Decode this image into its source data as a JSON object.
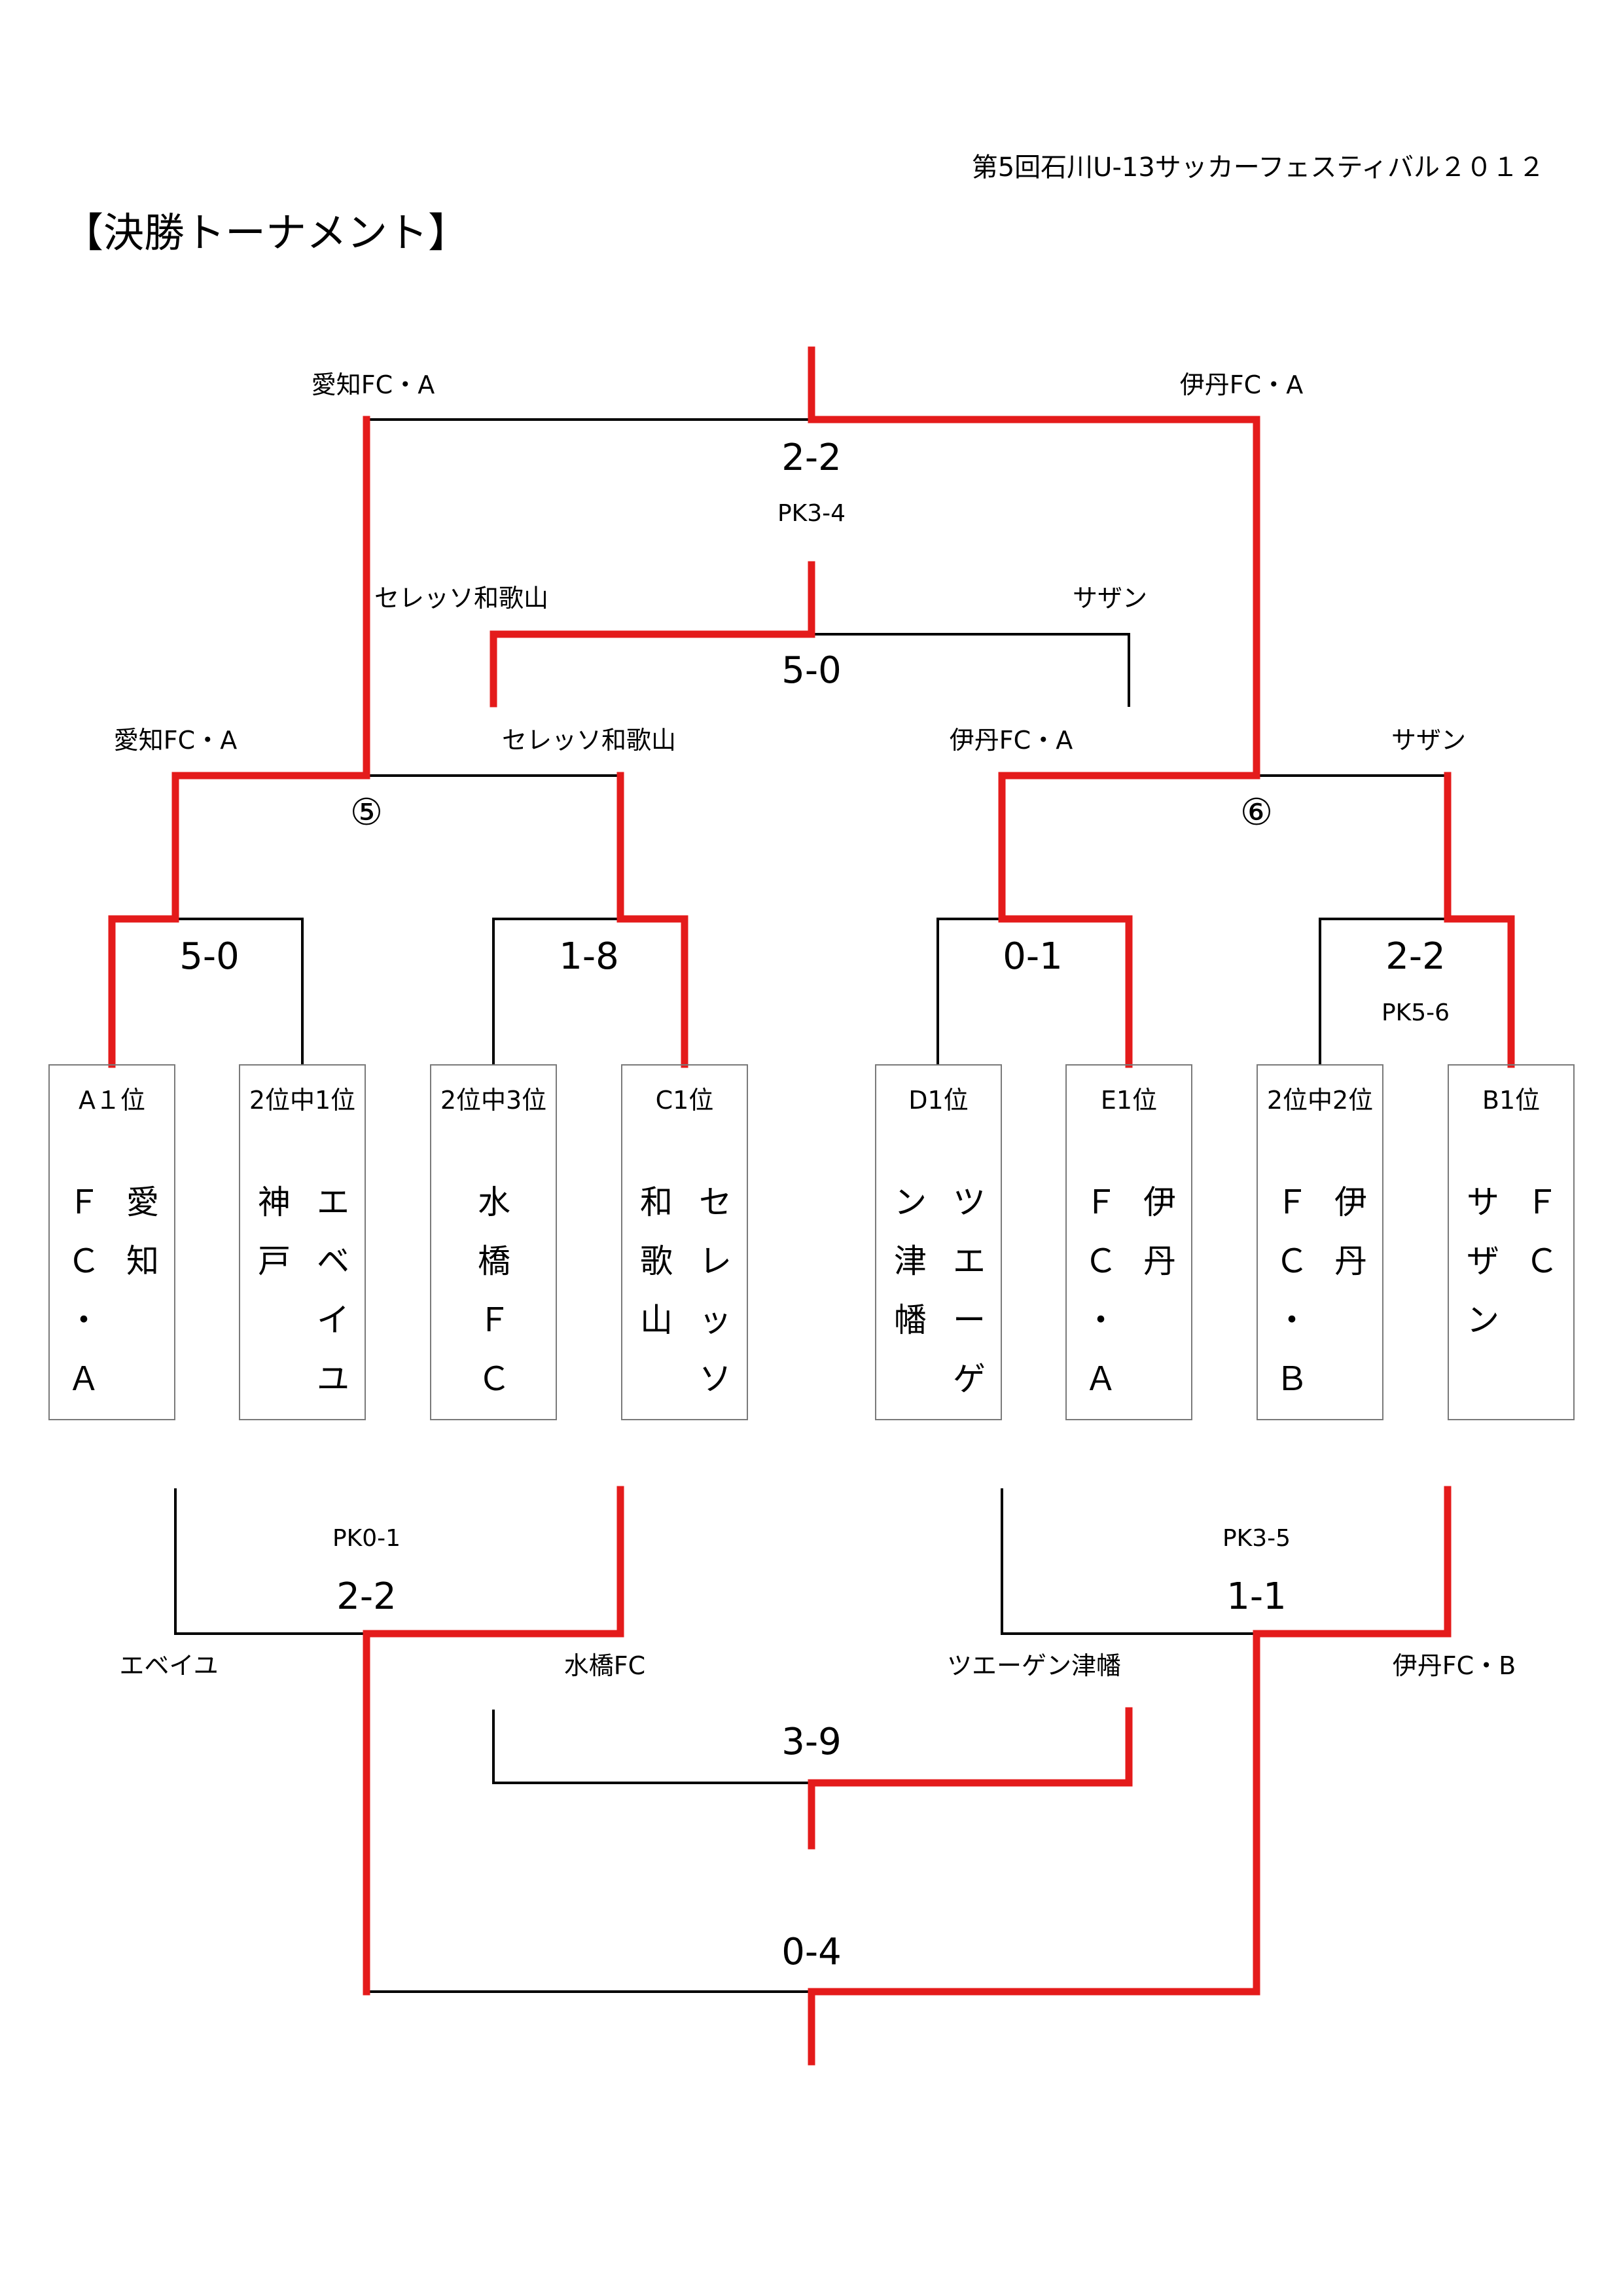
{
  "header": {
    "event": "第5回石川U-13サッカーフェスティバル２０１２",
    "title": "【決勝トーナメント】"
  },
  "colors": {
    "winner_path": "#e41b1b",
    "loser_path": "#000000",
    "box_border": "#7a7a7a"
  },
  "groups": [
    {
      "rank": "A１位",
      "col_left": "Ｆ\nＣ\n・\nＡ",
      "col_right": "愛\n知"
    },
    {
      "rank": "2位中1位",
      "col_left": "神\n戸",
      "col_right": "エ\nベ\nイ\nユ"
    },
    {
      "rank": "2位中3位",
      "col_left": "水\n橋\nＦ\nＣ",
      "col_right": ""
    },
    {
      "rank": "C1位",
      "col_left": "和\n歌\n山",
      "col_right": "セ\nレ\nッ\nソ"
    },
    {
      "rank": "D1位",
      "col_left": "ン\n津\n幡",
      "col_right": "ツ\nエ\nー\nゲ"
    },
    {
      "rank": "E1位",
      "col_left": "Ｆ\nＣ\n・\nＡ",
      "col_right": "伊\n丹"
    },
    {
      "rank": "2位中2位",
      "col_left": "Ｆ\nＣ\n・\nＢ",
      "col_right": "伊\n丹"
    },
    {
      "rank": "B1位",
      "col_left": "サ\nザ\nン",
      "col_right": "Ｆ\nＣ"
    }
  ],
  "upper": {
    "r1": [
      {
        "score": "5-0",
        "pk": ""
      },
      {
        "score": "1-8",
        "pk": ""
      },
      {
        "score": "0-1",
        "pk": ""
      },
      {
        "score": "2-2",
        "pk": "PK5-6"
      }
    ],
    "r2": [
      {
        "marker": "⑤",
        "left_team": "愛知FC・A",
        "right_team": "セレッソ和歌山"
      },
      {
        "marker": "⑥",
        "left_team": "伊丹FC・A",
        "right_team": "サザン"
      }
    ],
    "third": {
      "left_team": "セレッソ和歌山",
      "right_team": "サザン",
      "score": "5-0"
    },
    "final": {
      "left_team": "愛知FC・A",
      "right_team": "伊丹FC・A",
      "score": "2-2",
      "pk": "PK3-4"
    }
  },
  "lower": {
    "r1": [
      {
        "score": "2-2",
        "pk": "PK0-1",
        "left_team": "エベイユ",
        "right_team": "水橋FC"
      },
      {
        "score": "1-1",
        "pk": "PK3-5",
        "left_team": "ツエーゲン津幡",
        "right_team": "伊丹FC・B"
      }
    ],
    "r2": {
      "score": "3-9"
    },
    "r3": {
      "score": "0-4"
    }
  }
}
